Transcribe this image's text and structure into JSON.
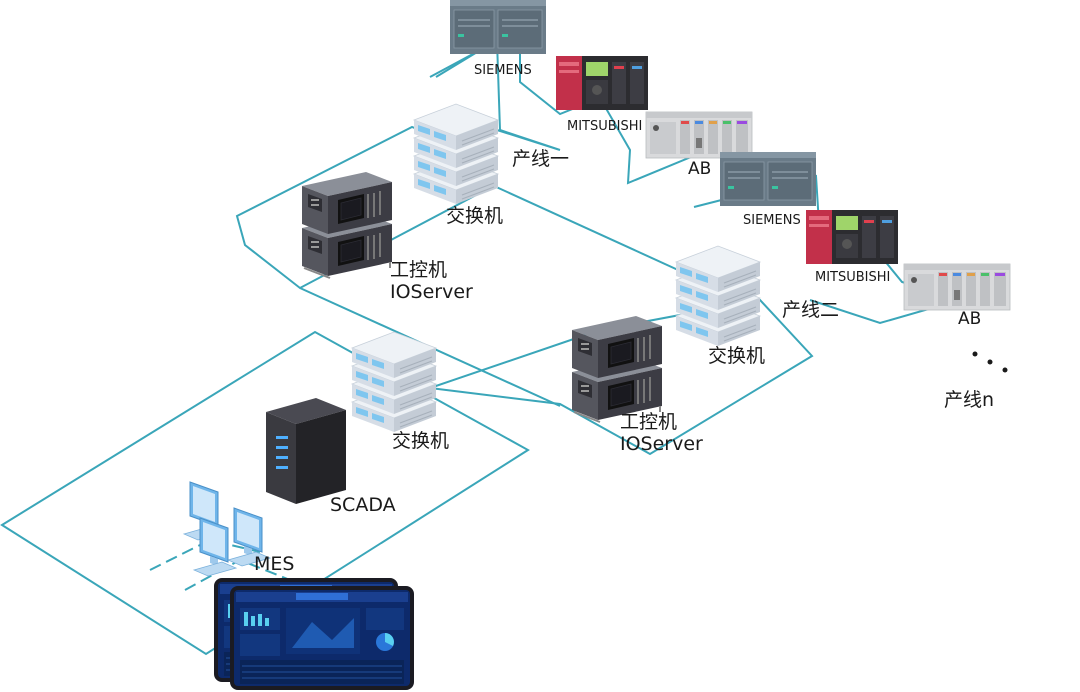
{
  "colors": {
    "network_line": "#3aa6b9",
    "plc_gray": "#6a7b88",
    "plc_red": "#c2304a",
    "plc_ab": "#d9dadc",
    "switch_face": "#dfe6ee",
    "switch_port": "#7fc6ef",
    "ipc_body": "#3c3c44",
    "server_body": "#2a2a2e",
    "monitor_blue": "#6fb5ea",
    "dashboard_bg": "#0d2a6b"
  },
  "line1": {
    "name": "产线一",
    "switch": "交换机",
    "ipc": "工控机",
    "ioserver": "IOServer",
    "plc_siemens": "SIEMENS",
    "plc_mitsubishi": "MITSUBISHI",
    "plc_ab": "AB"
  },
  "line2": {
    "name": "产线二",
    "switch": "交换机",
    "ipc": "工控机",
    "ioserver": "IOServer",
    "plc_siemens": "SIEMENS",
    "plc_mitsubishi": "MITSUBISHI",
    "plc_ab": "AB"
  },
  "linen": {
    "name": "产线n"
  },
  "control": {
    "switch": "交换机",
    "scada": "SCADA",
    "mes": "MES"
  },
  "icons": [
    "plc-siemens-icon",
    "plc-mitsubishi-icon",
    "plc-ab-icon",
    "switch-icon",
    "industrial-pc-icon",
    "server-tower-icon",
    "workstation-icon",
    "dashboard-screen-icon"
  ]
}
